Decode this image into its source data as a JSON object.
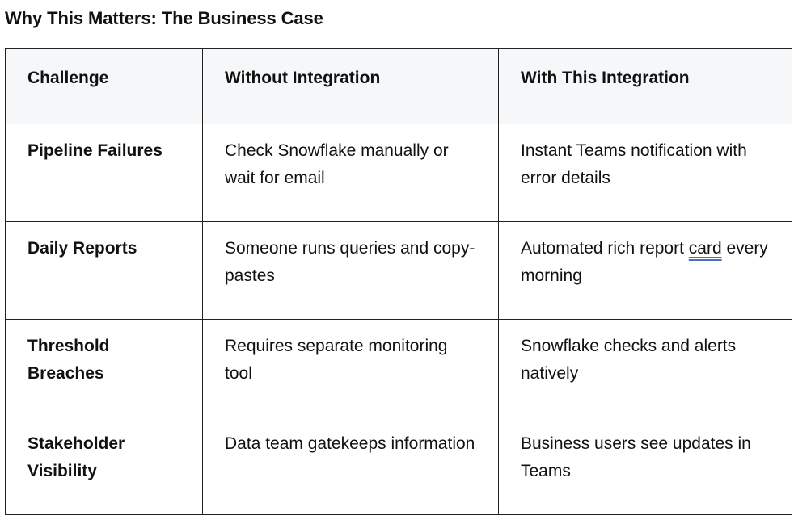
{
  "document": {
    "heading": "Why This Matters: The Business Case",
    "table": {
      "headers": [
        "Challenge",
        "Without Integration",
        "With This Integration"
      ],
      "rows": [
        {
          "challenge": "Pipeline Failures",
          "without": "Check Snowflake manually or wait for email",
          "with_prefix": "Instant Teams notification with error details",
          "with_flagged": "",
          "with_suffix": ""
        },
        {
          "challenge": "Daily Reports",
          "without": "Someone runs queries and copy-pastes",
          "with_prefix": "Automated rich report ",
          "with_flagged": "card",
          "with_suffix": " every morning"
        },
        {
          "challenge": "Threshold Breaches",
          "without": "Requires separate monitoring tool",
          "with_prefix": "Snowflake checks and alerts natively",
          "with_flagged": "",
          "with_suffix": ""
        },
        {
          "challenge": "Stakeholder Visibility",
          "without": "Data team gatekeeps information",
          "with_prefix": "Business users see updates in Teams",
          "with_flagged": "",
          "with_suffix": ""
        }
      ]
    },
    "colors": {
      "header_background": "#f6f7f9",
      "border": "#222222",
      "spellcheck_underline": "#4a72b8"
    }
  }
}
